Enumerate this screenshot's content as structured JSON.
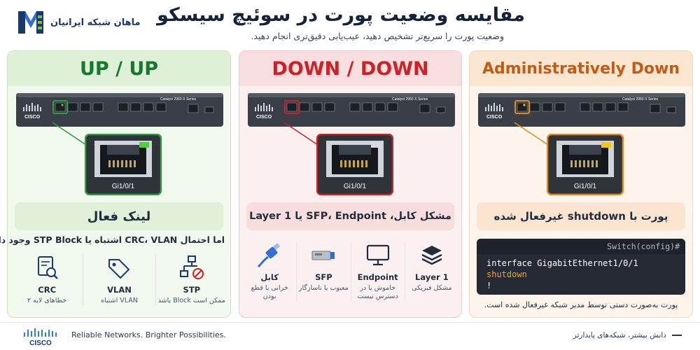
{
  "header": {
    "title": "مقایسه وضعیت پورت در سوئیچ سیسکو",
    "subtitle": "وضعیت پورت را سریع‌تر تشخیص دهید، عیب‌یابی دقیق‌تری انجام دهید.",
    "brand_name": "ماهان شبکه ایرانیان"
  },
  "switch": {
    "model_label": "Catalyst 2960-X Series",
    "cisco_label": "CISCO",
    "port_label": "Gi1/0/1"
  },
  "panels": {
    "up": {
      "heading": "UP / UP",
      "status": "لینک فعال",
      "led_color": "#4cd137",
      "accent": "#2e9e3a",
      "note": "اما احتمال CRC، VLAN اشتباه یا STP Block وجود دارد",
      "items": [
        {
          "title": "CRC",
          "desc": "خطاهای لایه ۲",
          "icon": "document-search-icon"
        },
        {
          "title": "VLAN",
          "desc": "VLAN اشتباه",
          "icon": "tag-icon"
        },
        {
          "title": "STP",
          "desc": "ممکن است Block باشد",
          "icon": "network-blocked-icon"
        }
      ]
    },
    "down": {
      "heading": "DOWN / DOWN",
      "status": "مشکل کابل، SFP، Endpoint یا Layer 1",
      "led_color": "#d8d8d8",
      "accent": "#d11f26",
      "items": [
        {
          "title": "کابل",
          "desc": "خرابی یا قطع بودن",
          "icon": "cable-icon"
        },
        {
          "title": "SFP",
          "desc": "معیوب یا ناسازگار",
          "icon": "sfp-module-icon"
        },
        {
          "title": "Endpoint",
          "desc": "خاموش یا در دسترس نیست",
          "icon": "monitor-icon"
        },
        {
          "title": "Layer 1",
          "desc": "مشکل فیزیکی",
          "icon": "layers-icon"
        }
      ]
    },
    "admin": {
      "heading": "Administratively Down",
      "status": "پورت با shutdown غیرفعال شده",
      "led_color": "#f5c518",
      "accent": "#e08a1e",
      "terminal": {
        "prompt": "Switch(config)#",
        "line1": "interface GigabitEthernet1/0/1",
        "line2": "shutdown",
        "line3": "!"
      },
      "caption": "پورت به‌صورت دستی توسط مدیر شبکه غیرفعال شده است."
    }
  },
  "footer": {
    "logo_label": "CISCO",
    "tagline": "Reliable Networks. Brighter Possibilities.",
    "right_text": "دانش بیشتر، شبکه‌های پایدارتر"
  }
}
